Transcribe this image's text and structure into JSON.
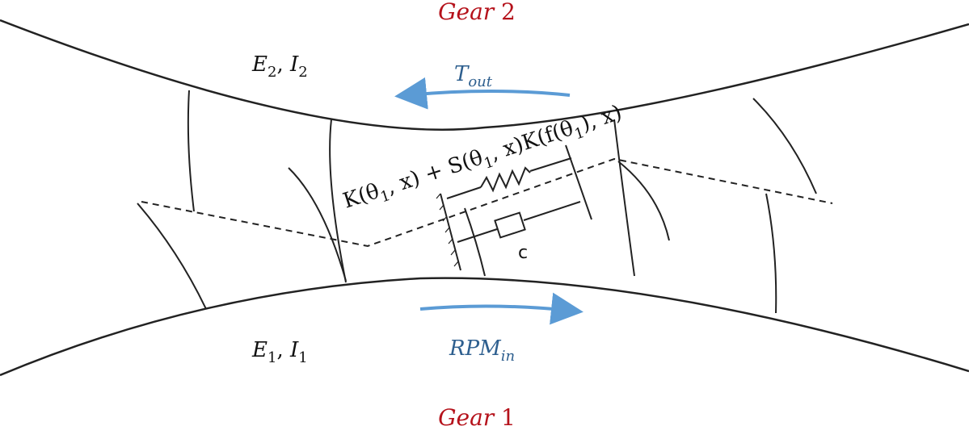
{
  "gear2": {
    "title_word": "Gear",
    "title_num": "2",
    "E": "E",
    "E_sub": "2",
    "sep": ", ",
    "I": "I",
    "I_sub": "2"
  },
  "gear1": {
    "title_word": "Gear",
    "title_num": "1",
    "E": "E",
    "E_sub": "1",
    "sep": ", ",
    "I": "I",
    "I_sub": "1"
  },
  "torque": {
    "base": "T",
    "sub": "out"
  },
  "rpm": {
    "base": "RPM",
    "sub": "in"
  },
  "stiffness": {
    "part1": "K(θ",
    "sub1": "1",
    "part2": ", x) + S(θ",
    "sub2": "1",
    "part3": ", x)K(f(θ",
    "sub3": "1",
    "part4": "), x)"
  },
  "damper_label": "c",
  "colors": {
    "gear_title": "#b5121b",
    "arrow": "#5b9bd5",
    "math_label": "#2e5f8f",
    "line": "#222222"
  }
}
